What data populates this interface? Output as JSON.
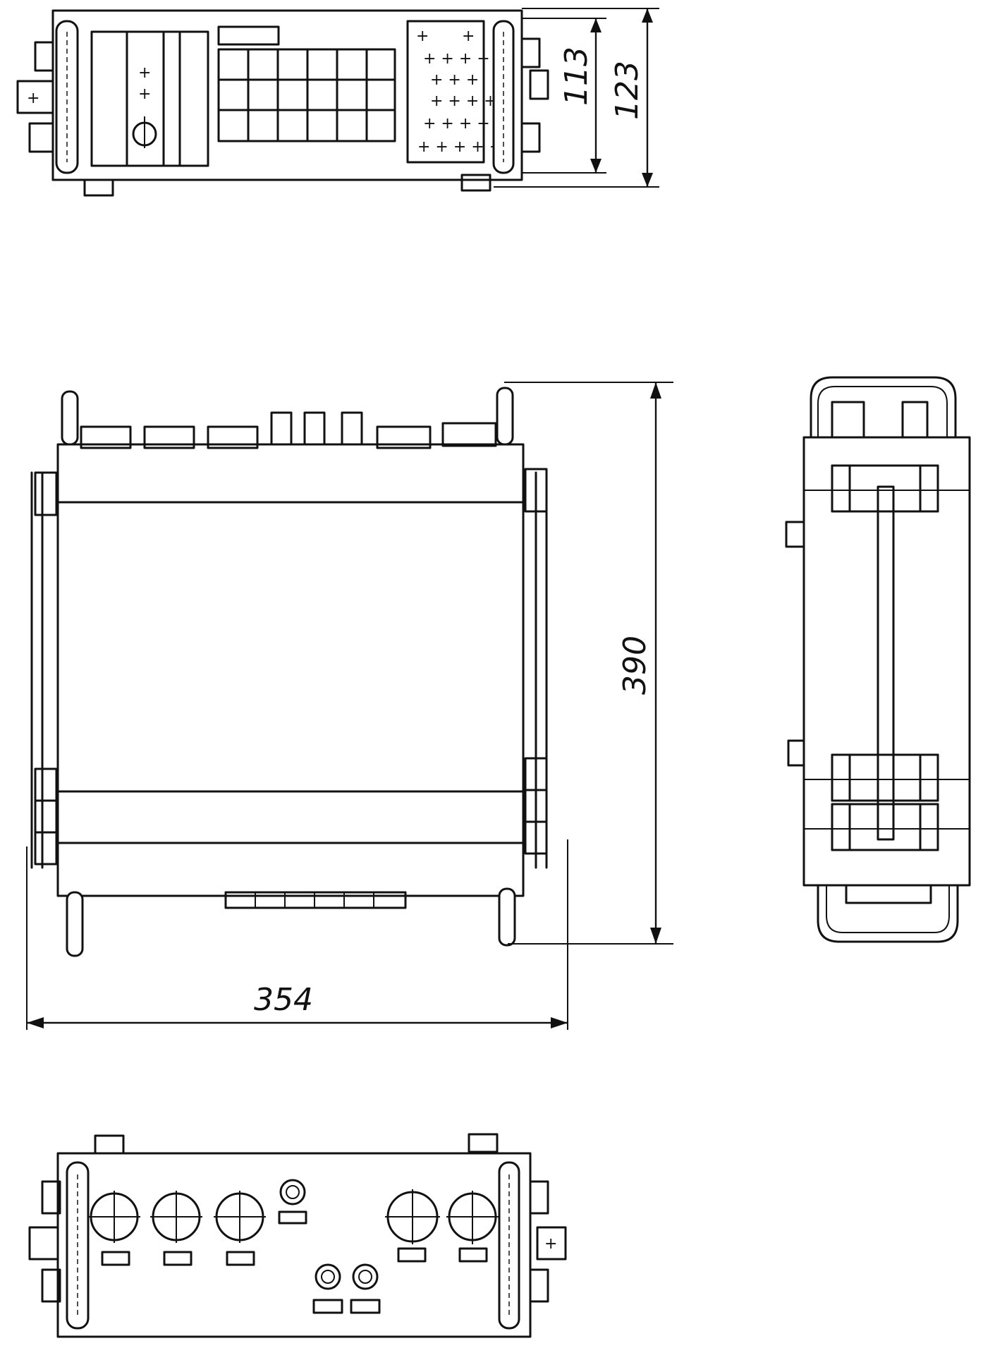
{
  "dimensions": {
    "height_inner": "113",
    "height_outer": "123",
    "depth": "390",
    "width": "354"
  },
  "icons": [
    "handle-icon",
    "connector-icon",
    "terminal-icon",
    "fuse-holder-icon",
    "indicator-light-icon"
  ]
}
